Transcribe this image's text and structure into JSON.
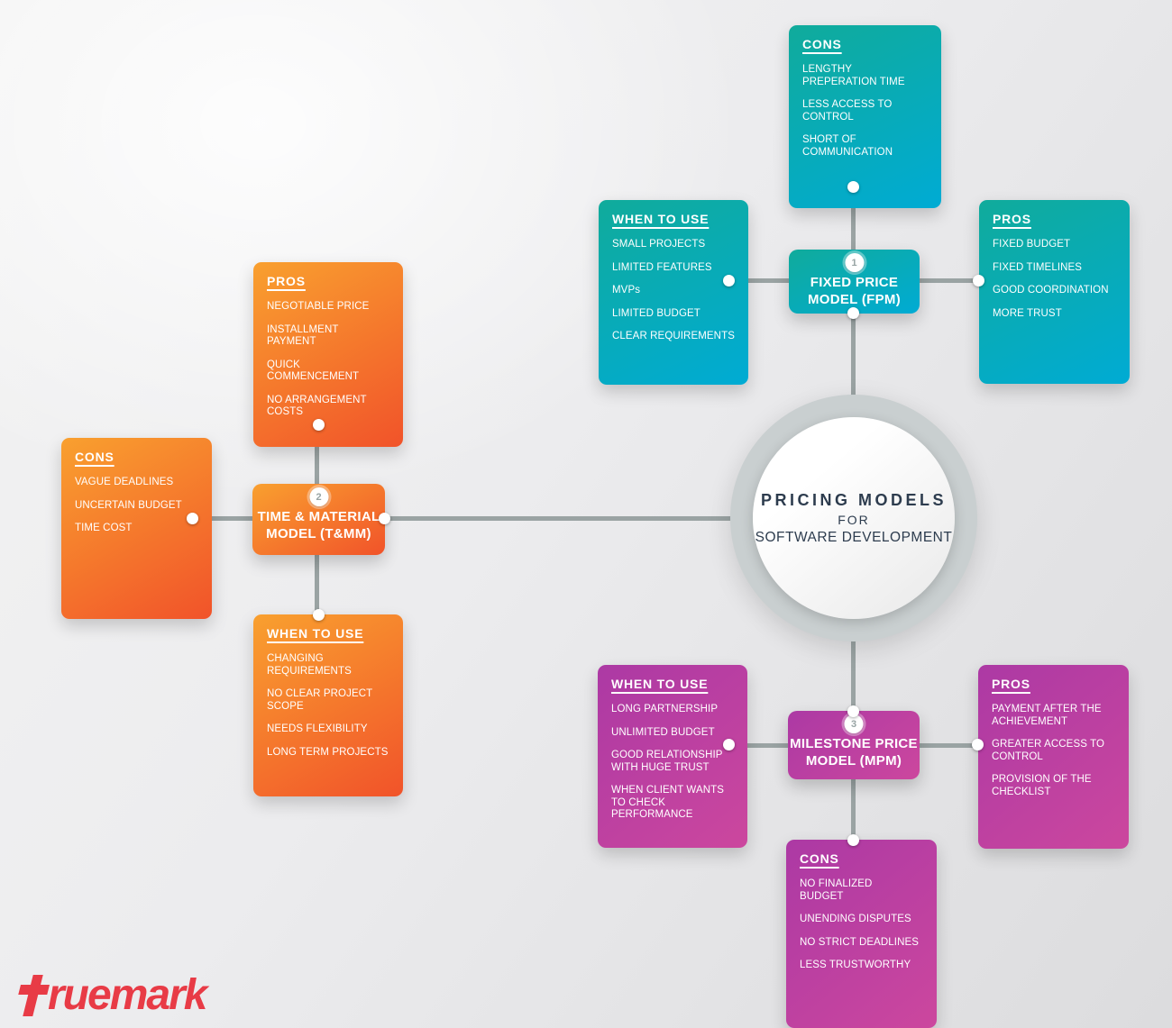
{
  "center": {
    "line1": "PRICING MODELS",
    "line2": "FOR",
    "line3": "SOFTWARE DEVELOPMENT"
  },
  "palette": {
    "teal_from": "#10ab9b",
    "teal_to": "#00abd4",
    "orange_from": "#f9a02f",
    "orange_to": "#f1532a",
    "magenta_from": "#ac39a4",
    "magenta_to": "#cc479e",
    "connector_gray": "#9aa3a3",
    "circle_ring_gray": "#c9cfd0",
    "center_text_navy": "#2d3c4e",
    "logo_red": "#e83b46"
  },
  "models": {
    "fpm": {
      "number": "1",
      "title_line1": "FIXED PRICE",
      "title_line2": "MODEL (FPM)",
      "cons": {
        "heading": "CONS",
        "items": [
          "LENGTHY\nPREPERATION TIME",
          "LESS ACCESS TO\nCONTROL",
          "SHORT OF\nCOMMUNICATION"
        ]
      },
      "when_to_use": {
        "heading": "WHEN TO USE",
        "items": [
          "SMALL PROJECTS",
          "LIMITED FEATURES",
          "MVPs",
          "LIMITED BUDGET",
          "CLEAR REQUIREMENTS"
        ]
      },
      "pros": {
        "heading": "PROS",
        "items": [
          "FIXED BUDGET",
          "FIXED TIMELINES",
          "GOOD COORDINATION",
          "MORE TRUST"
        ]
      }
    },
    "tmm": {
      "number": "2",
      "title_line1": "TIME & MATERIAL",
      "title_line2": "MODEL (T&MM)",
      "pros": {
        "heading": "PROS",
        "items": [
          "NEGOTIABLE PRICE",
          "INSTALLMENT\nPAYMENT",
          "QUICK\nCOMMENCEMENT",
          "NO ARRANGEMENT\nCOSTS"
        ]
      },
      "cons": {
        "heading": "CONS",
        "items": [
          "VAGUE DEADLINES",
          "UNCERTAIN BUDGET",
          "TIME COST"
        ]
      },
      "when_to_use": {
        "heading": "WHEN TO USE",
        "items": [
          "CHANGING\nREQUIREMENTS",
          "NO CLEAR PROJECT\nSCOPE",
          "NEEDS FLEXIBILITY",
          "LONG TERM PROJECTS"
        ]
      }
    },
    "mpm": {
      "number": "3",
      "title_line1": "MILESTONE PRICE",
      "title_line2": "MODEL (MPM)",
      "when_to_use": {
        "heading": "WHEN TO USE",
        "items": [
          "LONG PARTNERSHIP",
          "UNLIMITED BUDGET",
          "GOOD RELATIONSHIP\nWITH HUGE TRUST",
          "WHEN CLIENT WANTS\nTO CHECK\nPERFORMANCE"
        ]
      },
      "pros": {
        "heading": "PROS",
        "items": [
          "PAYMENT AFTER THE\nACHIEVEMENT",
          "GREATER ACCESS TO\nCONTROL",
          "PROVISION OF THE\nCHECKLIST"
        ]
      },
      "cons": {
        "heading": "CONS",
        "items": [
          "NO FINALIZED\nBUDGET",
          "UNENDING DISPUTES",
          "NO STRICT DEADLINES",
          "LESS TRUSTWORTHY"
        ]
      }
    }
  },
  "logo": {
    "brand": "truemark",
    "display_rest": "ruemark"
  }
}
